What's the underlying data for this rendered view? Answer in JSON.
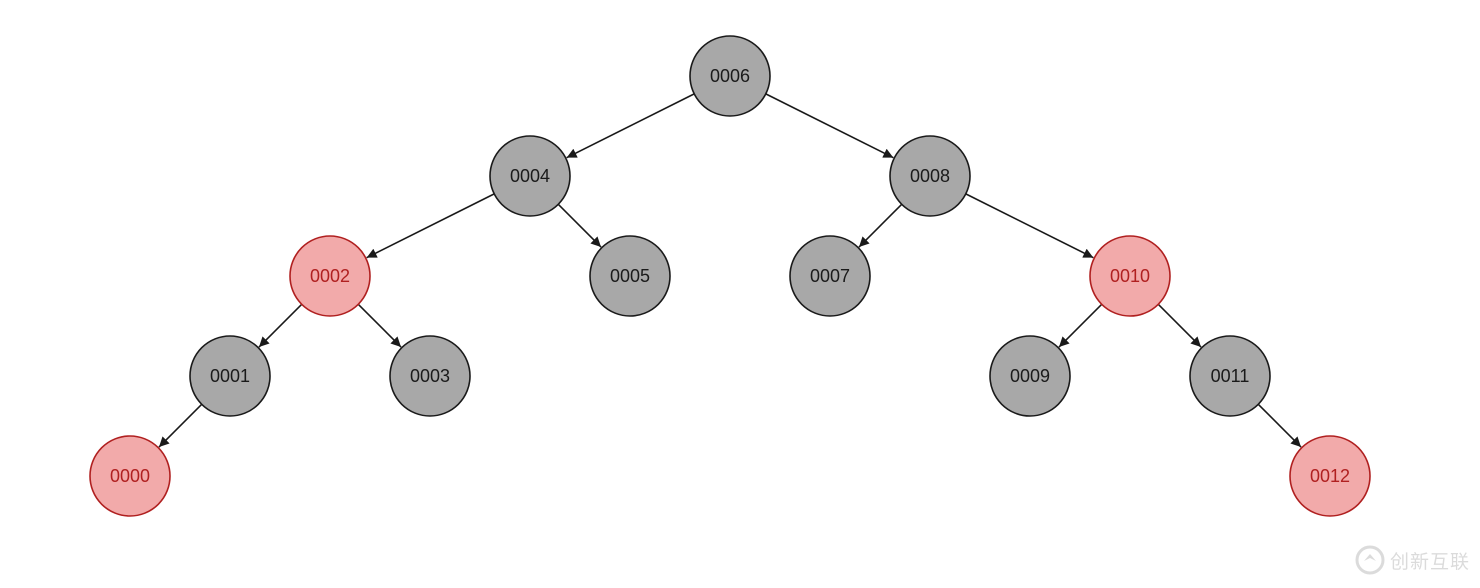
{
  "tree": {
    "nodes": [
      {
        "id": "n6",
        "label": "0006",
        "color": "black"
      },
      {
        "id": "n4",
        "label": "0004",
        "color": "black"
      },
      {
        "id": "n8",
        "label": "0008",
        "color": "black"
      },
      {
        "id": "n2",
        "label": "0002",
        "color": "red"
      },
      {
        "id": "n5",
        "label": "0005",
        "color": "black"
      },
      {
        "id": "n7",
        "label": "0007",
        "color": "black"
      },
      {
        "id": "n10",
        "label": "0010",
        "color": "red"
      },
      {
        "id": "n1",
        "label": "0001",
        "color": "black"
      },
      {
        "id": "n3",
        "label": "0003",
        "color": "black"
      },
      {
        "id": "n9",
        "label": "0009",
        "color": "black"
      },
      {
        "id": "n11",
        "label": "0011",
        "color": "black"
      },
      {
        "id": "n0",
        "label": "0000",
        "color": "red"
      },
      {
        "id": "n12",
        "label": "0012",
        "color": "red"
      }
    ],
    "edges": [
      {
        "from": "n6",
        "to": "n4"
      },
      {
        "from": "n6",
        "to": "n8"
      },
      {
        "from": "n4",
        "to": "n2"
      },
      {
        "from": "n4",
        "to": "n5"
      },
      {
        "from": "n8",
        "to": "n7"
      },
      {
        "from": "n8",
        "to": "n10"
      },
      {
        "from": "n2",
        "to": "n1"
      },
      {
        "from": "n2",
        "to": "n3"
      },
      {
        "from": "n10",
        "to": "n9"
      },
      {
        "from": "n10",
        "to": "n11"
      },
      {
        "from": "n1",
        "to": "n0"
      },
      {
        "from": "n11",
        "to": "n12"
      }
    ],
    "colors": {
      "black_fill": "#a8a8a8",
      "black_stroke": "#1a1a1a",
      "black_text": "#1a1a1a",
      "red_fill": "#f2aaaa",
      "red_stroke": "#b02020",
      "red_text": "#b02020",
      "edge": "#1a1a1a"
    }
  },
  "watermark": {
    "text": "创新互联",
    "icon": "brand-logo-icon"
  }
}
